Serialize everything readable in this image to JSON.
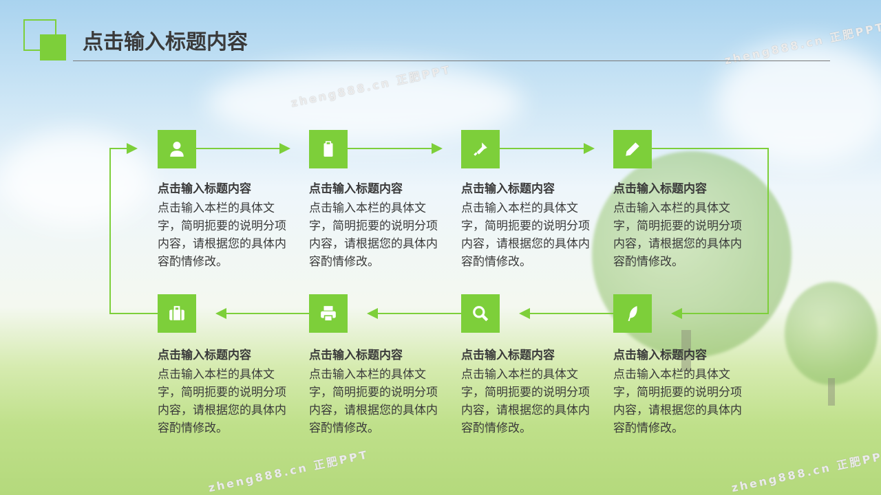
{
  "header": {
    "title": "点击输入标题内容"
  },
  "watermark": "zheng888.cn 正肥PPT",
  "colors": {
    "accent": "#7dcf3a",
    "text": "#3a3a3a"
  },
  "steps": [
    {
      "icon": "user-icon",
      "title": "点击输入标题内容",
      "body": "点击输入本栏的具体文字，简明扼要的说明分项内容，请根据您的具体内容酌情修改。"
    },
    {
      "icon": "clipboard-icon",
      "title": "点击输入标题内容",
      "body": "点击输入本栏的具体文字，简明扼要的说明分项内容，请根据您的具体内容酌情修改。"
    },
    {
      "icon": "flashlight-icon",
      "title": "点击输入标题内容",
      "body": "点击输入本栏的具体文字，简明扼要的说明分项内容，请根据您的具体内容酌情修改。"
    },
    {
      "icon": "pencil-icon",
      "title": "点击输入标题内容",
      "body": "点击输入本栏的具体文字，简明扼要的说明分项内容，请根据您的具体内容酌情修改。"
    },
    {
      "icon": "feather-icon",
      "title": "点击输入标题内容",
      "body": "点击输入本栏的具体文字，简明扼要的说明分项内容，请根据您的具体内容酌情修改。"
    },
    {
      "icon": "search-icon",
      "title": "点击输入标题内容",
      "body": "点击输入本栏的具体文字，简明扼要的说明分项内容，请根据您的具体内容酌情修改。"
    },
    {
      "icon": "printer-icon",
      "title": "点击输入标题内容",
      "body": "点击输入本栏的具体文字，简明扼要的说明分项内容，请根据您的具体内容酌情修改。"
    },
    {
      "icon": "briefcase-icon",
      "title": "点击输入标题内容",
      "body": "点击输入本栏的具体文字，简明扼要的说明分项内容，请根据您的具体内容酌情修改。"
    }
  ]
}
